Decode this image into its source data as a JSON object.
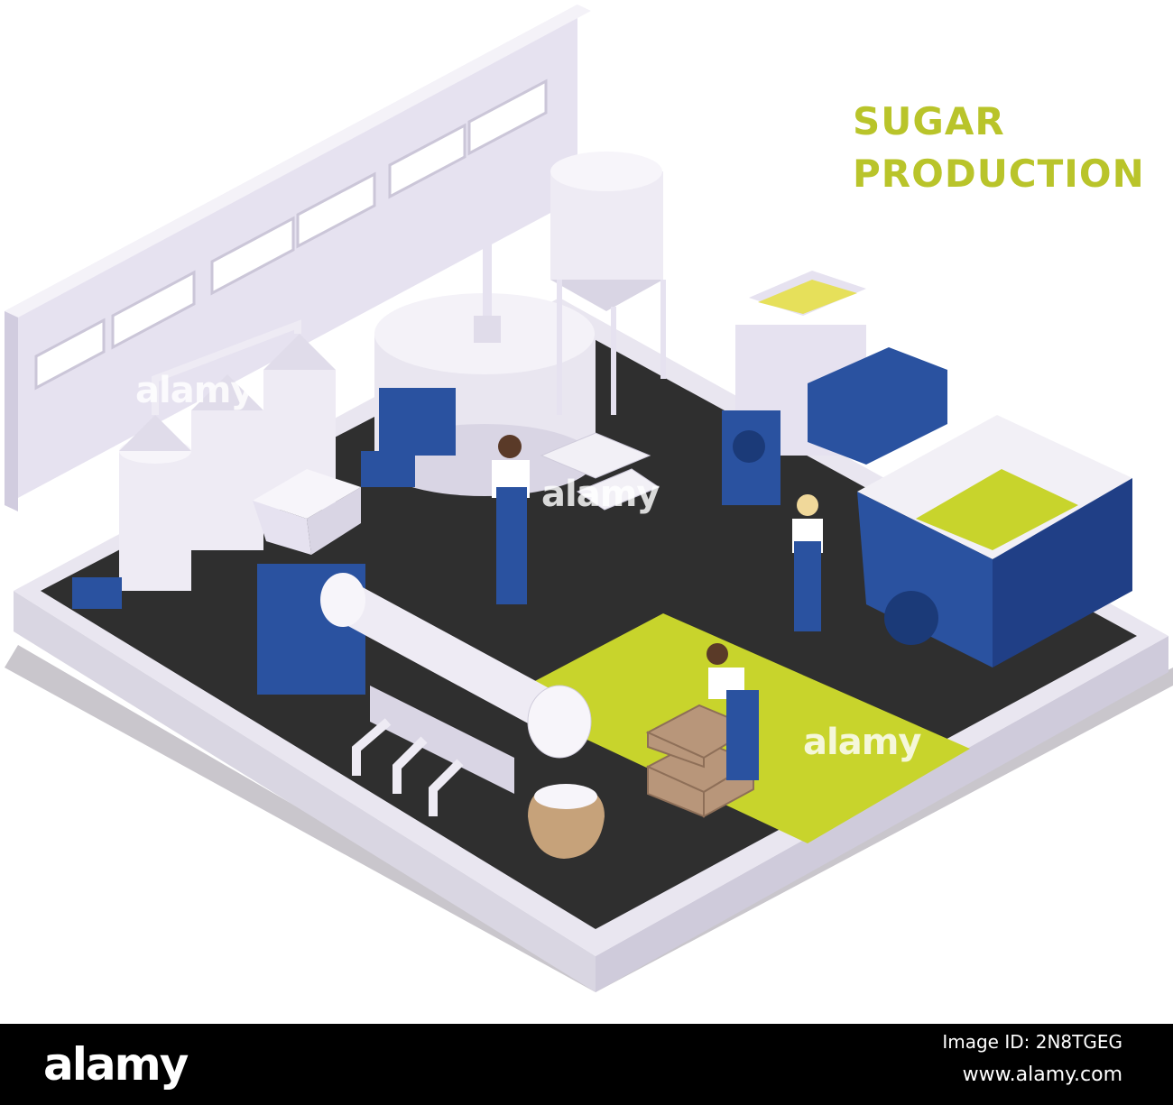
{
  "title": {
    "line1": "SUGAR",
    "line2": "PRODUCTION"
  },
  "watermark": "alamy",
  "footer": {
    "logo": "alamy",
    "image_id_label": "Image ID: 2N8TGEG",
    "site": "www.alamy.com"
  },
  "colors": {
    "accent_green": "#b9c42a",
    "machine_blue": "#2a52a0",
    "floor_dark": "#2f2f2f",
    "wall_lavender": "#e6e2f0",
    "tank_white": "#eeebf4"
  }
}
